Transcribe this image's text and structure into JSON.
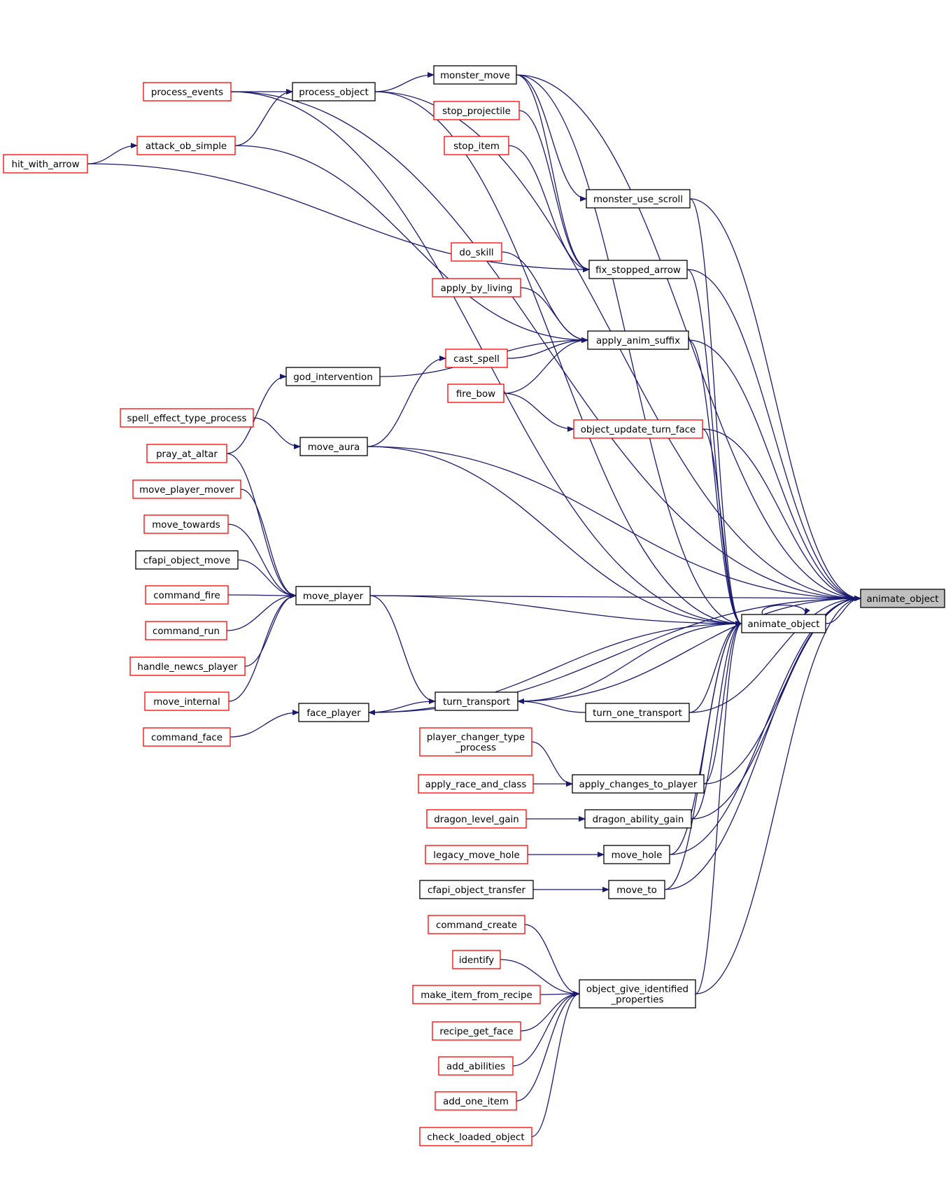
{
  "graph": {
    "type": "call-graph",
    "root": "animate_object",
    "colors": {
      "edge": "#191970",
      "border_ref": "#ff0000",
      "border_plain": "#000000",
      "root_fill": "#bfbfbf"
    },
    "nodes": [
      {
        "id": "n_root",
        "label": "animate_object",
        "kind": "root"
      },
      {
        "id": "n_ao",
        "label": "animate_object",
        "kind": "plain"
      },
      {
        "id": "n_pev",
        "label": "process_events",
        "kind": "ref"
      },
      {
        "id": "n_pob",
        "label": "process_object",
        "kind": "plain"
      },
      {
        "id": "n_mmv",
        "label": "monster_move",
        "kind": "plain"
      },
      {
        "id": "n_stp",
        "label": "stop_projectile",
        "kind": "ref"
      },
      {
        "id": "n_sti",
        "label": "stop_item",
        "kind": "ref"
      },
      {
        "id": "n_aos",
        "label": "attack_ob_simple",
        "kind": "ref"
      },
      {
        "id": "n_hwa",
        "label": "hit_with_arrow",
        "kind": "ref"
      },
      {
        "id": "n_mus",
        "label": "monster_use_scroll",
        "kind": "plain"
      },
      {
        "id": "n_fsa",
        "label": "fix_stopped_arrow",
        "kind": "plain"
      },
      {
        "id": "n_dsk",
        "label": "do_skill",
        "kind": "ref"
      },
      {
        "id": "n_abl",
        "label": "apply_by_living",
        "kind": "ref"
      },
      {
        "id": "n_aas",
        "label": "apply_anim_suffix",
        "kind": "plain"
      },
      {
        "id": "n_csp",
        "label": "cast_spell",
        "kind": "ref"
      },
      {
        "id": "n_god",
        "label": "god_intervention",
        "kind": "plain"
      },
      {
        "id": "n_fbw",
        "label": "fire_bow",
        "kind": "ref"
      },
      {
        "id": "n_otf",
        "label": "object_update_turn_face",
        "kind": "ref"
      },
      {
        "id": "n_setp",
        "label": "spell_effect_type_process",
        "kind": "ref"
      },
      {
        "id": "n_mau",
        "label": "move_aura",
        "kind": "plain"
      },
      {
        "id": "n_paa",
        "label": "pray_at_altar",
        "kind": "ref"
      },
      {
        "id": "n_mpm",
        "label": "move_player_mover",
        "kind": "ref"
      },
      {
        "id": "n_mtw",
        "label": "move_towards",
        "kind": "ref"
      },
      {
        "id": "n_com",
        "label": "cfapi_object_move",
        "kind": "plain"
      },
      {
        "id": "n_cfi",
        "label": "command_fire",
        "kind": "ref"
      },
      {
        "id": "n_mpl",
        "label": "move_player",
        "kind": "plain"
      },
      {
        "id": "n_crn",
        "label": "command_run",
        "kind": "ref"
      },
      {
        "id": "n_hnp",
        "label": "handle_newcs_player",
        "kind": "ref"
      },
      {
        "id": "n_min",
        "label": "move_internal",
        "kind": "ref"
      },
      {
        "id": "n_ttr",
        "label": "turn_transport",
        "kind": "plain"
      },
      {
        "id": "n_tot",
        "label": "turn_one_transport",
        "kind": "plain"
      },
      {
        "id": "n_fpl",
        "label": "face_player",
        "kind": "plain"
      },
      {
        "id": "n_cfa",
        "label": "command_face",
        "kind": "ref"
      },
      {
        "id": "n_pct",
        "label": "player_changer_type\n_process",
        "kind": "ref"
      },
      {
        "id": "n_arc",
        "label": "apply_race_and_class",
        "kind": "ref"
      },
      {
        "id": "n_actp",
        "label": "apply_changes_to_player",
        "kind": "plain"
      },
      {
        "id": "n_dlg",
        "label": "dragon_level_gain",
        "kind": "ref"
      },
      {
        "id": "n_dag",
        "label": "dragon_ability_gain",
        "kind": "plain"
      },
      {
        "id": "n_lmh",
        "label": "legacy_move_hole",
        "kind": "ref"
      },
      {
        "id": "n_mho",
        "label": "move_hole",
        "kind": "plain"
      },
      {
        "id": "n_cot",
        "label": "cfapi_object_transfer",
        "kind": "plain"
      },
      {
        "id": "n_mto",
        "label": "move_to",
        "kind": "plain"
      },
      {
        "id": "n_ccr",
        "label": "command_create",
        "kind": "ref"
      },
      {
        "id": "n_idf",
        "label": "identify",
        "kind": "ref"
      },
      {
        "id": "n_mifr",
        "label": "make_item_from_recipe",
        "kind": "ref"
      },
      {
        "id": "n_ogip",
        "label": "object_give_identified\n_properties",
        "kind": "plain"
      },
      {
        "id": "n_rgf",
        "label": "recipe_get_face",
        "kind": "ref"
      },
      {
        "id": "n_aab",
        "label": "add_abilities",
        "kind": "ref"
      },
      {
        "id": "n_aoi",
        "label": "add_one_item",
        "kind": "ref"
      },
      {
        "id": "n_clo",
        "label": "check_loaded_object",
        "kind": "ref"
      }
    ],
    "edges": [
      [
        "n_pev",
        "n_root"
      ],
      [
        "n_pev",
        "n_ao"
      ],
      [
        "n_pob",
        "n_root"
      ],
      [
        "n_pob",
        "n_ao"
      ],
      [
        "n_mmv",
        "n_root"
      ],
      [
        "n_mmv",
        "n_ao"
      ],
      [
        "n_mus",
        "n_root"
      ],
      [
        "n_mus",
        "n_ao"
      ],
      [
        "n_fsa",
        "n_root"
      ],
      [
        "n_fsa",
        "n_ao"
      ],
      [
        "n_aas",
        "n_root"
      ],
      [
        "n_aas",
        "n_ao"
      ],
      [
        "n_otf",
        "n_root"
      ],
      [
        "n_otf",
        "n_ao"
      ],
      [
        "n_mau",
        "n_root"
      ],
      [
        "n_mau",
        "n_ao"
      ],
      [
        "n_mpl",
        "n_root"
      ],
      [
        "n_mpl",
        "n_ao"
      ],
      [
        "n_ttr",
        "n_root"
      ],
      [
        "n_ttr",
        "n_ao"
      ],
      [
        "n_tot",
        "n_root"
      ],
      [
        "n_tot",
        "n_ao"
      ],
      [
        "n_fpl",
        "n_root"
      ],
      [
        "n_fpl",
        "n_ao"
      ],
      [
        "n_actp",
        "n_root"
      ],
      [
        "n_actp",
        "n_ao"
      ],
      [
        "n_dag",
        "n_root"
      ],
      [
        "n_dag",
        "n_ao"
      ],
      [
        "n_mho",
        "n_root"
      ],
      [
        "n_mho",
        "n_ao"
      ],
      [
        "n_mto",
        "n_root"
      ],
      [
        "n_mto",
        "n_ao"
      ],
      [
        "n_ogip",
        "n_root"
      ],
      [
        "n_ogip",
        "n_ao"
      ],
      [
        "n_ao",
        "n_root"
      ],
      [
        "n_ao",
        "n_ao"
      ],
      [
        "n_pev",
        "n_pob"
      ],
      [
        "n_aos",
        "n_pob"
      ],
      [
        "n_pob",
        "n_mmv"
      ],
      [
        "n_hwa",
        "n_aos"
      ],
      [
        "n_mmv",
        "n_mus"
      ],
      [
        "n_mmv",
        "n_fsa"
      ],
      [
        "n_stp",
        "n_fsa"
      ],
      [
        "n_sti",
        "n_fsa"
      ],
      [
        "n_hwa",
        "n_fsa"
      ],
      [
        "n_dsk",
        "n_aas"
      ],
      [
        "n_abl",
        "n_aas"
      ],
      [
        "n_csp",
        "n_aas"
      ],
      [
        "n_god",
        "n_aas"
      ],
      [
        "n_fbw",
        "n_aas"
      ],
      [
        "n_aos",
        "n_aas"
      ],
      [
        "n_mau",
        "n_csp"
      ],
      [
        "n_fbw",
        "n_otf"
      ],
      [
        "n_paa",
        "n_god"
      ],
      [
        "n_setp",
        "n_mau"
      ],
      [
        "n_paa",
        "n_mpl"
      ],
      [
        "n_mpm",
        "n_mpl"
      ],
      [
        "n_mtw",
        "n_mpl"
      ],
      [
        "n_com",
        "n_mpl"
      ],
      [
        "n_cfi",
        "n_mpl"
      ],
      [
        "n_crn",
        "n_mpl"
      ],
      [
        "n_hnp",
        "n_mpl"
      ],
      [
        "n_min",
        "n_mpl"
      ],
      [
        "n_mpl",
        "n_ttr"
      ],
      [
        "n_tot",
        "n_ttr"
      ],
      [
        "n_ttr",
        "n_fpl"
      ],
      [
        "n_cfa",
        "n_fpl"
      ],
      [
        "n_pct",
        "n_actp"
      ],
      [
        "n_arc",
        "n_actp"
      ],
      [
        "n_dlg",
        "n_dag"
      ],
      [
        "n_lmh",
        "n_mho"
      ],
      [
        "n_cot",
        "n_mto"
      ],
      [
        "n_ccr",
        "n_ogip"
      ],
      [
        "n_idf",
        "n_ogip"
      ],
      [
        "n_mifr",
        "n_ogip"
      ],
      [
        "n_rgf",
        "n_ogip"
      ],
      [
        "n_aab",
        "n_ogip"
      ],
      [
        "n_aoi",
        "n_ogip"
      ],
      [
        "n_clo",
        "n_ogip"
      ]
    ]
  }
}
